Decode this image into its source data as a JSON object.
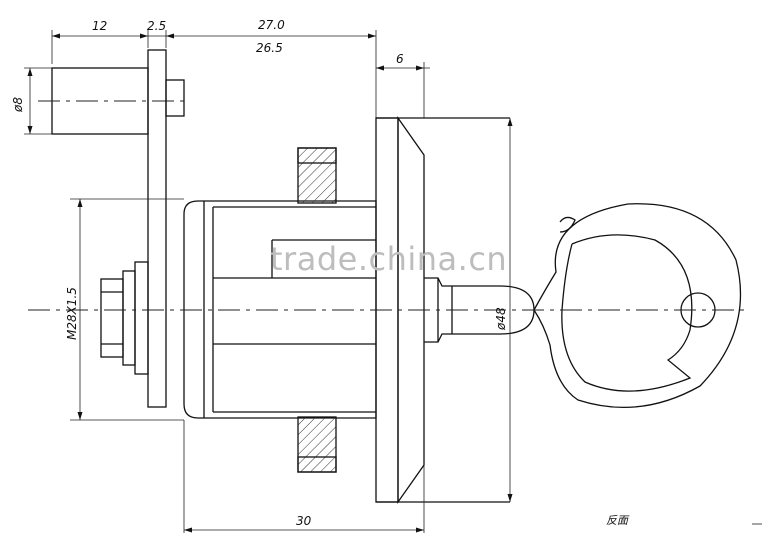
{
  "dimensions": {
    "d12": "12",
    "d2_5": "2.5",
    "d27_0": "27.0",
    "d26_5": "26.5",
    "d6": "6",
    "d8": "ø8",
    "d48": "ø48",
    "thread": "M28X1.5",
    "d30": "30"
  },
  "key_label": "反面",
  "watermark": "trade.china.cn"
}
